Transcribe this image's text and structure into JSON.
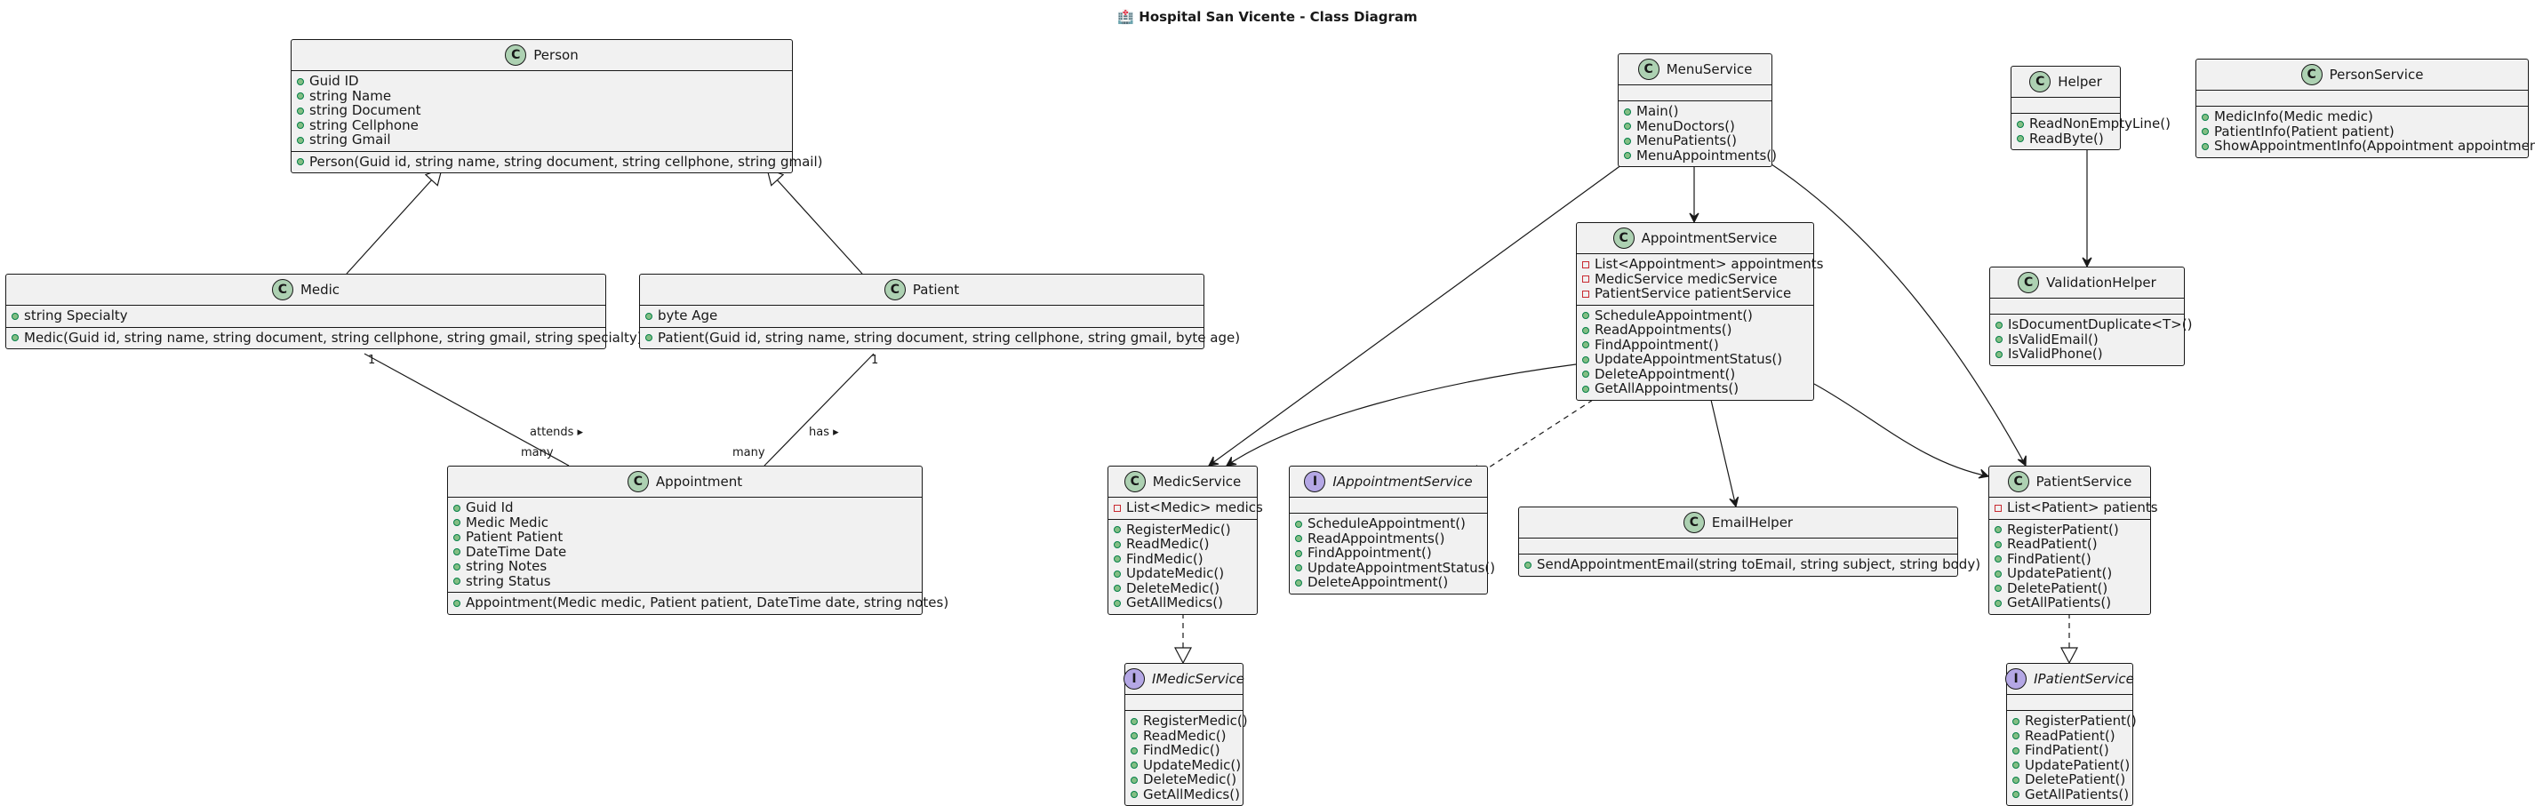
{
  "title": "🏥 Hospital San Vicente - Class Diagram",
  "classes": {
    "person": {
      "name": "Person",
      "attributes": [
        "Guid ID",
        "string Name",
        "string Document",
        "string Cellphone",
        "string Gmail"
      ],
      "methods": [
        "Person(Guid id, string name, string document, string cellphone, string gmail)"
      ]
    },
    "medic": {
      "name": "Medic",
      "attributes": [
        "string Specialty"
      ],
      "methods": [
        "Medic(Guid id, string name, string document, string cellphone, string gmail, string specialty)"
      ]
    },
    "patient": {
      "name": "Patient",
      "attributes": [
        "byte Age"
      ],
      "methods": [
        "Patient(Guid id, string name, string document, string cellphone, string gmail, byte age)"
      ]
    },
    "appointment": {
      "name": "Appointment",
      "attributes": [
        "Guid Id",
        "Medic Medic",
        "Patient Patient",
        "DateTime Date",
        "string Notes",
        "string Status"
      ],
      "methods": [
        "Appointment(Medic medic, Patient patient, DateTime date, string notes)"
      ]
    },
    "menuService": {
      "name": "MenuService",
      "attributes": [],
      "methods": [
        "Main()",
        "MenuDoctors()",
        "MenuPatients()",
        "MenuAppointments()"
      ]
    },
    "appointmentService": {
      "name": "AppointmentService",
      "attributes": [
        "List<Appointment> appointments",
        "MedicService medicService",
        "PatientService patientService"
      ],
      "methods": [
        "ScheduleAppointment()",
        "ReadAppointments()",
        "FindAppointment()",
        "UpdateAppointmentStatus()",
        "DeleteAppointment()",
        "GetAllAppointments()"
      ]
    },
    "medicService": {
      "name": "MedicService",
      "attributes": [
        "List<Medic> medics"
      ],
      "methods": [
        "RegisterMedic()",
        "ReadMedic()",
        "FindMedic()",
        "UpdateMedic()",
        "DeleteMedic()",
        "GetAllMedics()"
      ]
    },
    "iAppointmentService": {
      "name": "IAppointmentService",
      "attributes": [],
      "methods": [
        "ScheduleAppointment()",
        "ReadAppointments()",
        "FindAppointment()",
        "UpdateAppointmentStatus()",
        "DeleteAppointment()"
      ]
    },
    "emailHelper": {
      "name": "EmailHelper",
      "attributes": [],
      "methods": [
        "SendAppointmentEmail(string toEmail, string subject, string body)"
      ]
    },
    "patientService": {
      "name": "PatientService",
      "attributes": [
        "List<Patient> patients"
      ],
      "methods": [
        "RegisterPatient()",
        "ReadPatient()",
        "FindPatient()",
        "UpdatePatient()",
        "DeletePatient()",
        "GetAllPatients()"
      ]
    },
    "iMedicService": {
      "name": "IMedicService",
      "attributes": [],
      "methods": [
        "RegisterMedic()",
        "ReadMedic()",
        "FindMedic()",
        "UpdateMedic()",
        "DeleteMedic()",
        "GetAllMedics()"
      ]
    },
    "iPatientService": {
      "name": "IPatientService",
      "attributes": [],
      "methods": [
        "RegisterPatient()",
        "ReadPatient()",
        "FindPatient()",
        "UpdatePatient()",
        "DeletePatient()",
        "GetAllPatients()"
      ]
    },
    "helper": {
      "name": "Helper",
      "attributes": [],
      "methods": [
        "ReadNonEmptyLine()",
        "ReadByte()"
      ]
    },
    "validationHelper": {
      "name": "ValidationHelper",
      "attributes": [],
      "methods": [
        "IsDocumentDuplicate<T>()",
        "IsValidEmail()",
        "IsValidPhone()"
      ]
    },
    "personService": {
      "name": "PersonService",
      "attributes": [],
      "methods": [
        "MedicInfo(Medic medic)",
        "PatientInfo(Patient patient)",
        "ShowAppointmentInfo(Appointment appointment)"
      ]
    }
  },
  "relations": {
    "medicAppointment": {
      "from_mult": "1",
      "to_mult": "many",
      "label": "attends ▸"
    },
    "patientAppointment": {
      "from_mult": "1",
      "to_mult": "many",
      "label": "has ▸"
    }
  },
  "colors": {
    "class_badge": "#add1b2",
    "interface_badge": "#b4a7e5",
    "box_fill": "#f1f1f1",
    "stroke": "#181818"
  }
}
